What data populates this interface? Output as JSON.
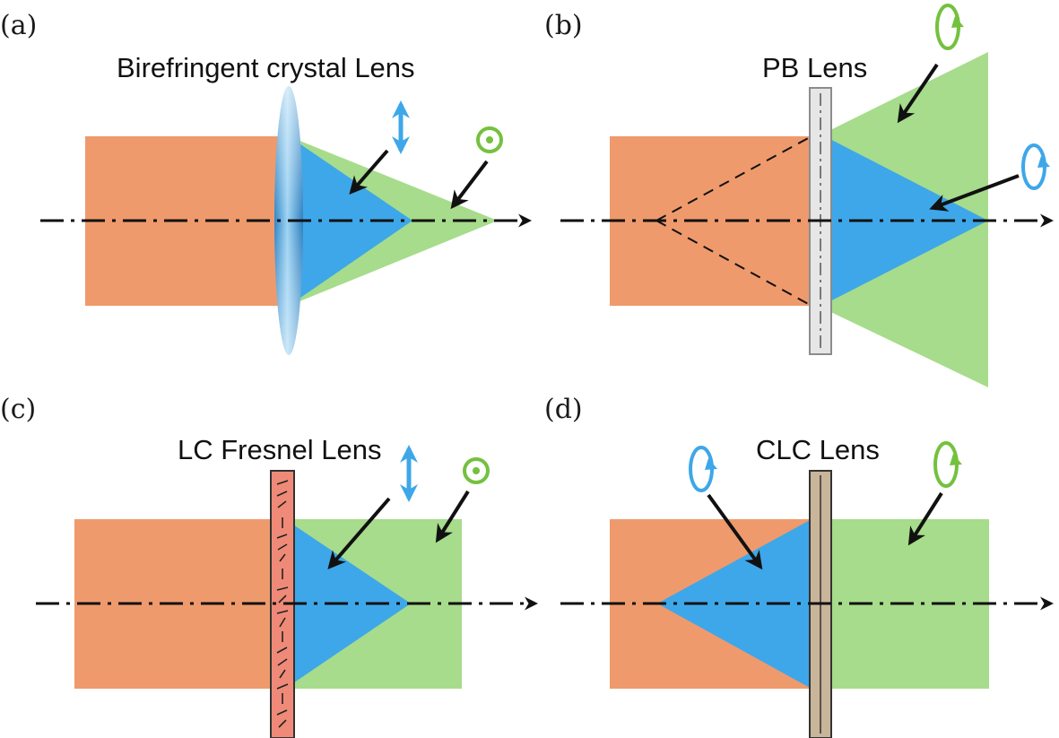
{
  "colors": {
    "beam": "#ef9a6c",
    "blue_focus": "#3ea7e9",
    "green_focus": "#a6dc8b",
    "lc_plate": "#ef8a78",
    "clc_plate": "#c9b59a",
    "pb_plate": "#e6e6e6",
    "linear_pol": "#3ea7e9",
    "circular_pol": "#74c13e"
  },
  "panels": {
    "a": {
      "label": "(a)",
      "lens": "Birefringent crystal Lens"
    },
    "b": {
      "label": "(b)",
      "lens": "PB Lens"
    },
    "c": {
      "label": "(c)",
      "lens": "LC Fresnel Lens"
    },
    "d": {
      "label": "(d)",
      "lens": "CLC Lens"
    }
  },
  "icons": {
    "a": [
      "double-headed-arrow-icon",
      "dot-circle-icon"
    ],
    "b": [
      "circular-arrow-icon",
      "circular-arrow-icon"
    ],
    "c": [
      "double-headed-arrow-icon",
      "dot-circle-icon"
    ],
    "d": [
      "circular-arrow-icon",
      "circular-arrow-icon"
    ]
  }
}
